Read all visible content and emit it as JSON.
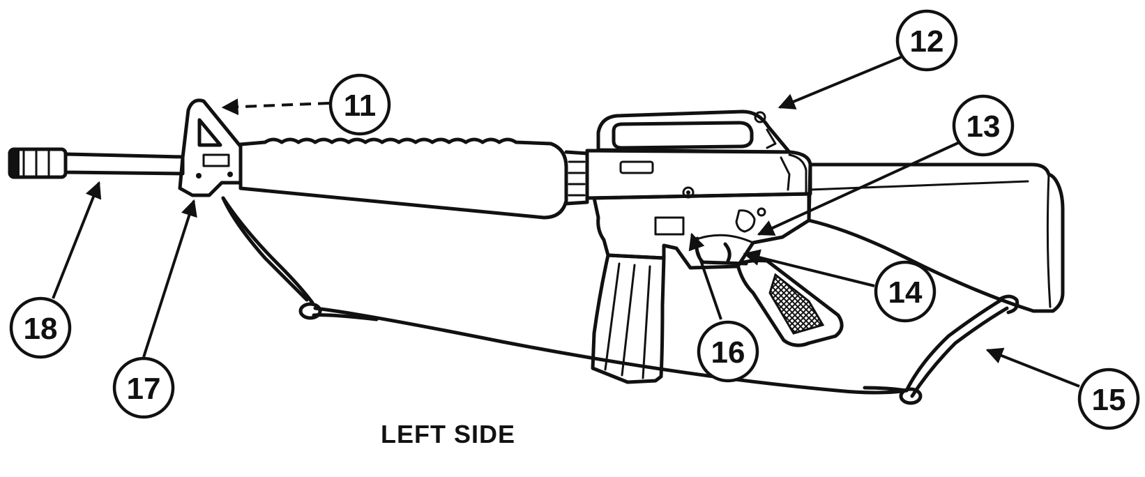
{
  "caption": "LEFT SIDE",
  "callouts": [
    "11",
    "12",
    "13",
    "14",
    "15",
    "16",
    "17",
    "18"
  ],
  "ink_color": "#111111"
}
